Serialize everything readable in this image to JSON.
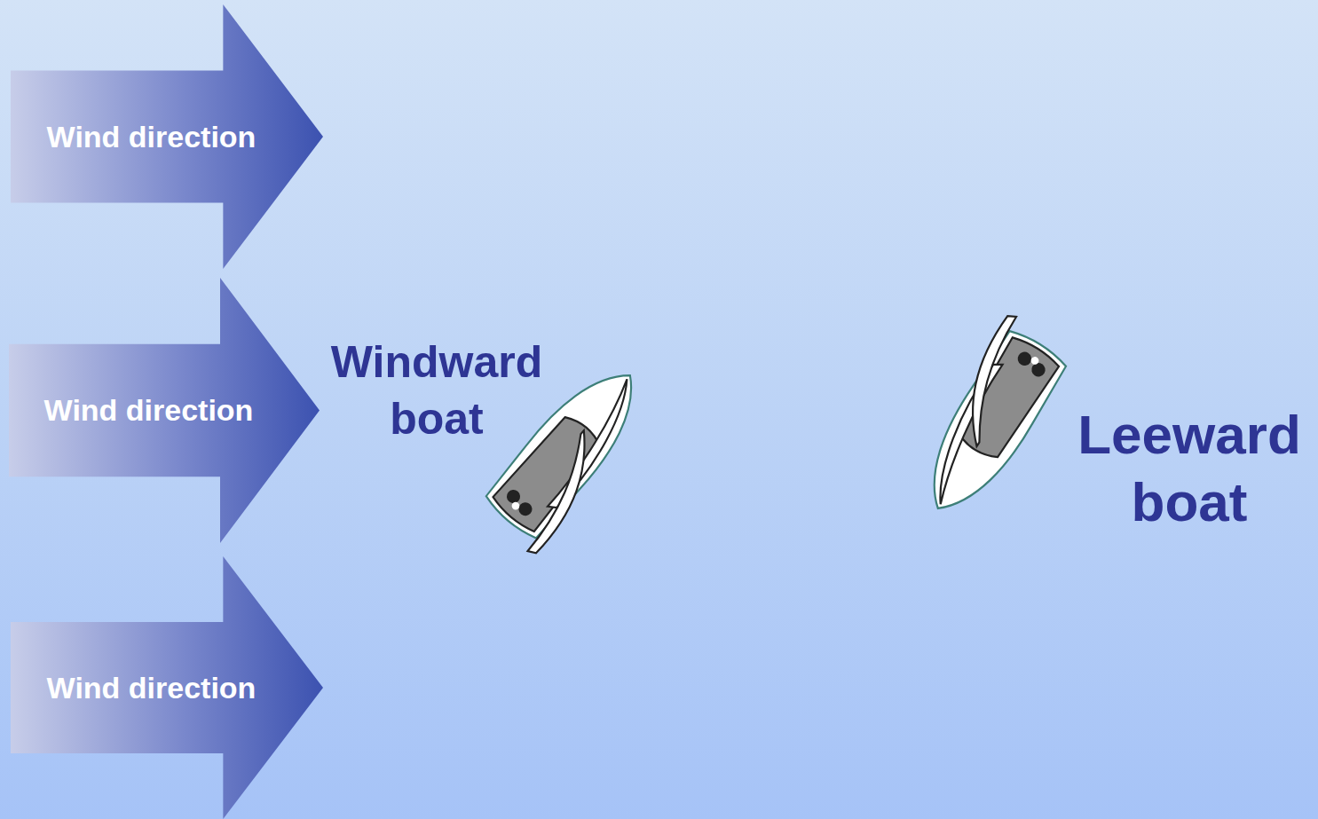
{
  "diagram": {
    "nodes": [
      {
        "text": [
          "Wind direction"
        ]
      },
      {
        "text": [
          "Wind direction"
        ]
      },
      {
        "text": [
          "Wind direction"
        ]
      }
    ],
    "labels": [
      "Windward boat",
      "Leeward boat"
    ]
  }
}
